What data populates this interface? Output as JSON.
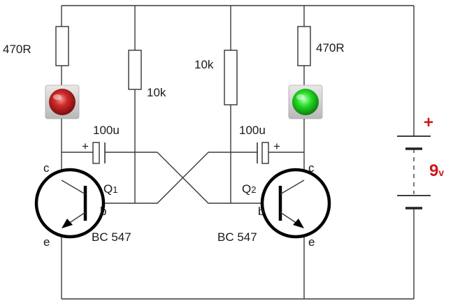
{
  "resistors": {
    "r1_label": "470R",
    "r2_label": "10k",
    "r3_label": "10k",
    "r4_label": "470R"
  },
  "capacitors": {
    "c1_label": "100u",
    "c2_label": "100u",
    "plus_sign": "+"
  },
  "transistors": {
    "q1": {
      "name_prefix": "Q",
      "name_index": "1",
      "part": "BC 547",
      "c": "c",
      "b": "b",
      "e": "e"
    },
    "q2": {
      "name_prefix": "Q",
      "name_index": "2",
      "part": "BC 547",
      "c": "c",
      "b": "b",
      "e": "e"
    }
  },
  "battery": {
    "plus": "+",
    "voltage": "9",
    "unit": "v"
  },
  "leds": {
    "left_color": "#cc2020",
    "right_color": "#22d022"
  }
}
